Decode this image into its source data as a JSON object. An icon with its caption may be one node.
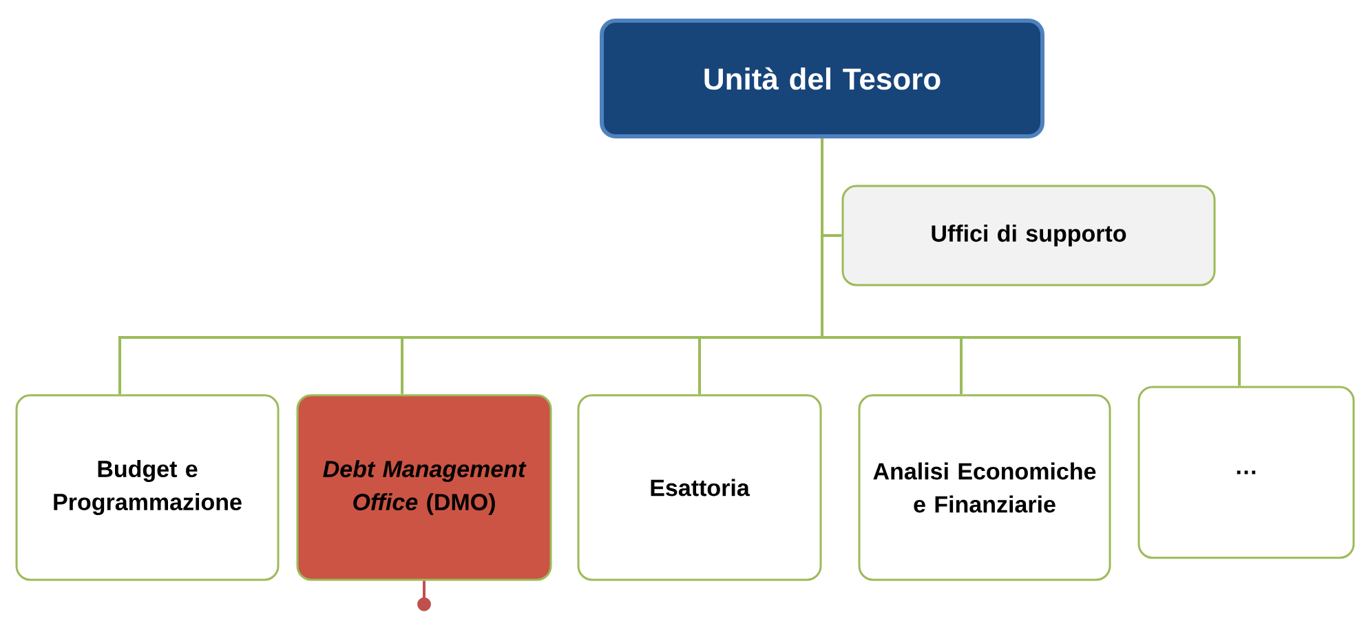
{
  "diagram": {
    "nodes": [
      {
        "text": [
          "Unità del Tesoro"
        ]
      },
      {
        "text": [
          "Uffici di supporto"
        ]
      },
      {
        "text": [
          "Budget e Programmazione"
        ]
      },
      {
        "text": [
          "*Debt Management Office* (DMO)"
        ]
      },
      {
        "text": [
          "Esattoria"
        ]
      },
      {
        "text": [
          "Analisi Economiche e Finanziarie"
        ]
      },
      {
        "text": [
          "…"
        ]
      }
    ],
    "edges": [
      {
        "from": 0,
        "to": 1,
        "arrow": "none"
      },
      {
        "from": 0,
        "to": 2,
        "arrow": "none"
      },
      {
        "from": 0,
        "to": 3,
        "arrow": "none"
      },
      {
        "from": 0,
        "to": 4,
        "arrow": "none"
      },
      {
        "from": 0,
        "to": 5,
        "arrow": "none"
      },
      {
        "from": 0,
        "to": 6,
        "arrow": "none"
      },
      {
        "from": 3,
        "to": null,
        "arrow": "other",
        "color": "#c0504d"
      }
    ]
  }
}
